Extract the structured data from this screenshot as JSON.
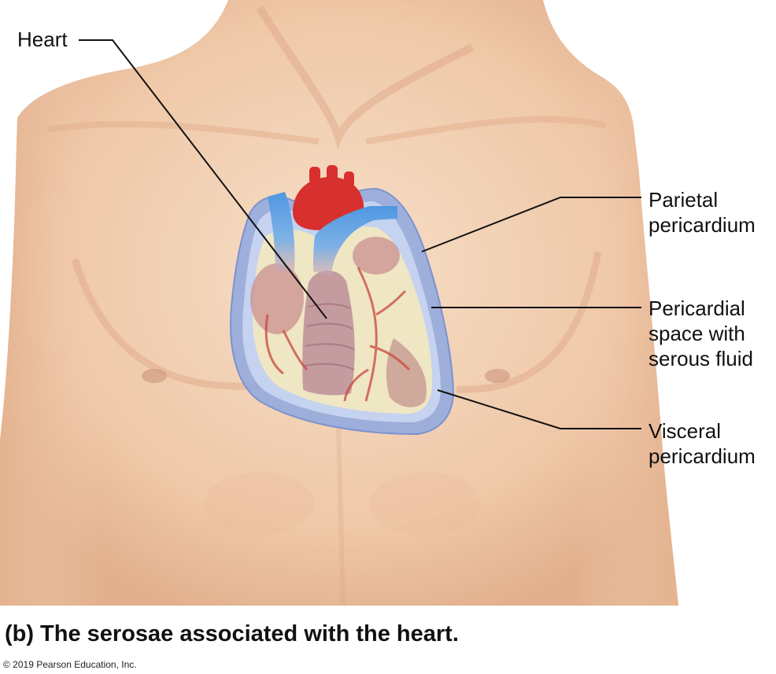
{
  "labels": {
    "heart": "Heart",
    "parietal_pericardium": "Parietal\npericardium",
    "pericardial_space": "Pericardial\nspace with\nserous fluid",
    "visceral_pericardium": "Visceral\npericardium"
  },
  "caption": {
    "letter": "(b)",
    "text": "The serosae associated with the heart."
  },
  "copyright": "© 2019 Pearson Education, Inc.",
  "colors": {
    "skin_light": "#f6dcc4",
    "skin_mid": "#eec3a2",
    "skin_shadow": "#d9a583",
    "parietal_blue": "#8fa8e0",
    "pericardial_space_blue": "#c9d6f2",
    "heart_pink": "#d9a6a6",
    "heart_yellow": "#efe6c4",
    "vessel_red": "#d8302e",
    "vein_blue": "#5b9de0",
    "leader_line": "#111111"
  }
}
